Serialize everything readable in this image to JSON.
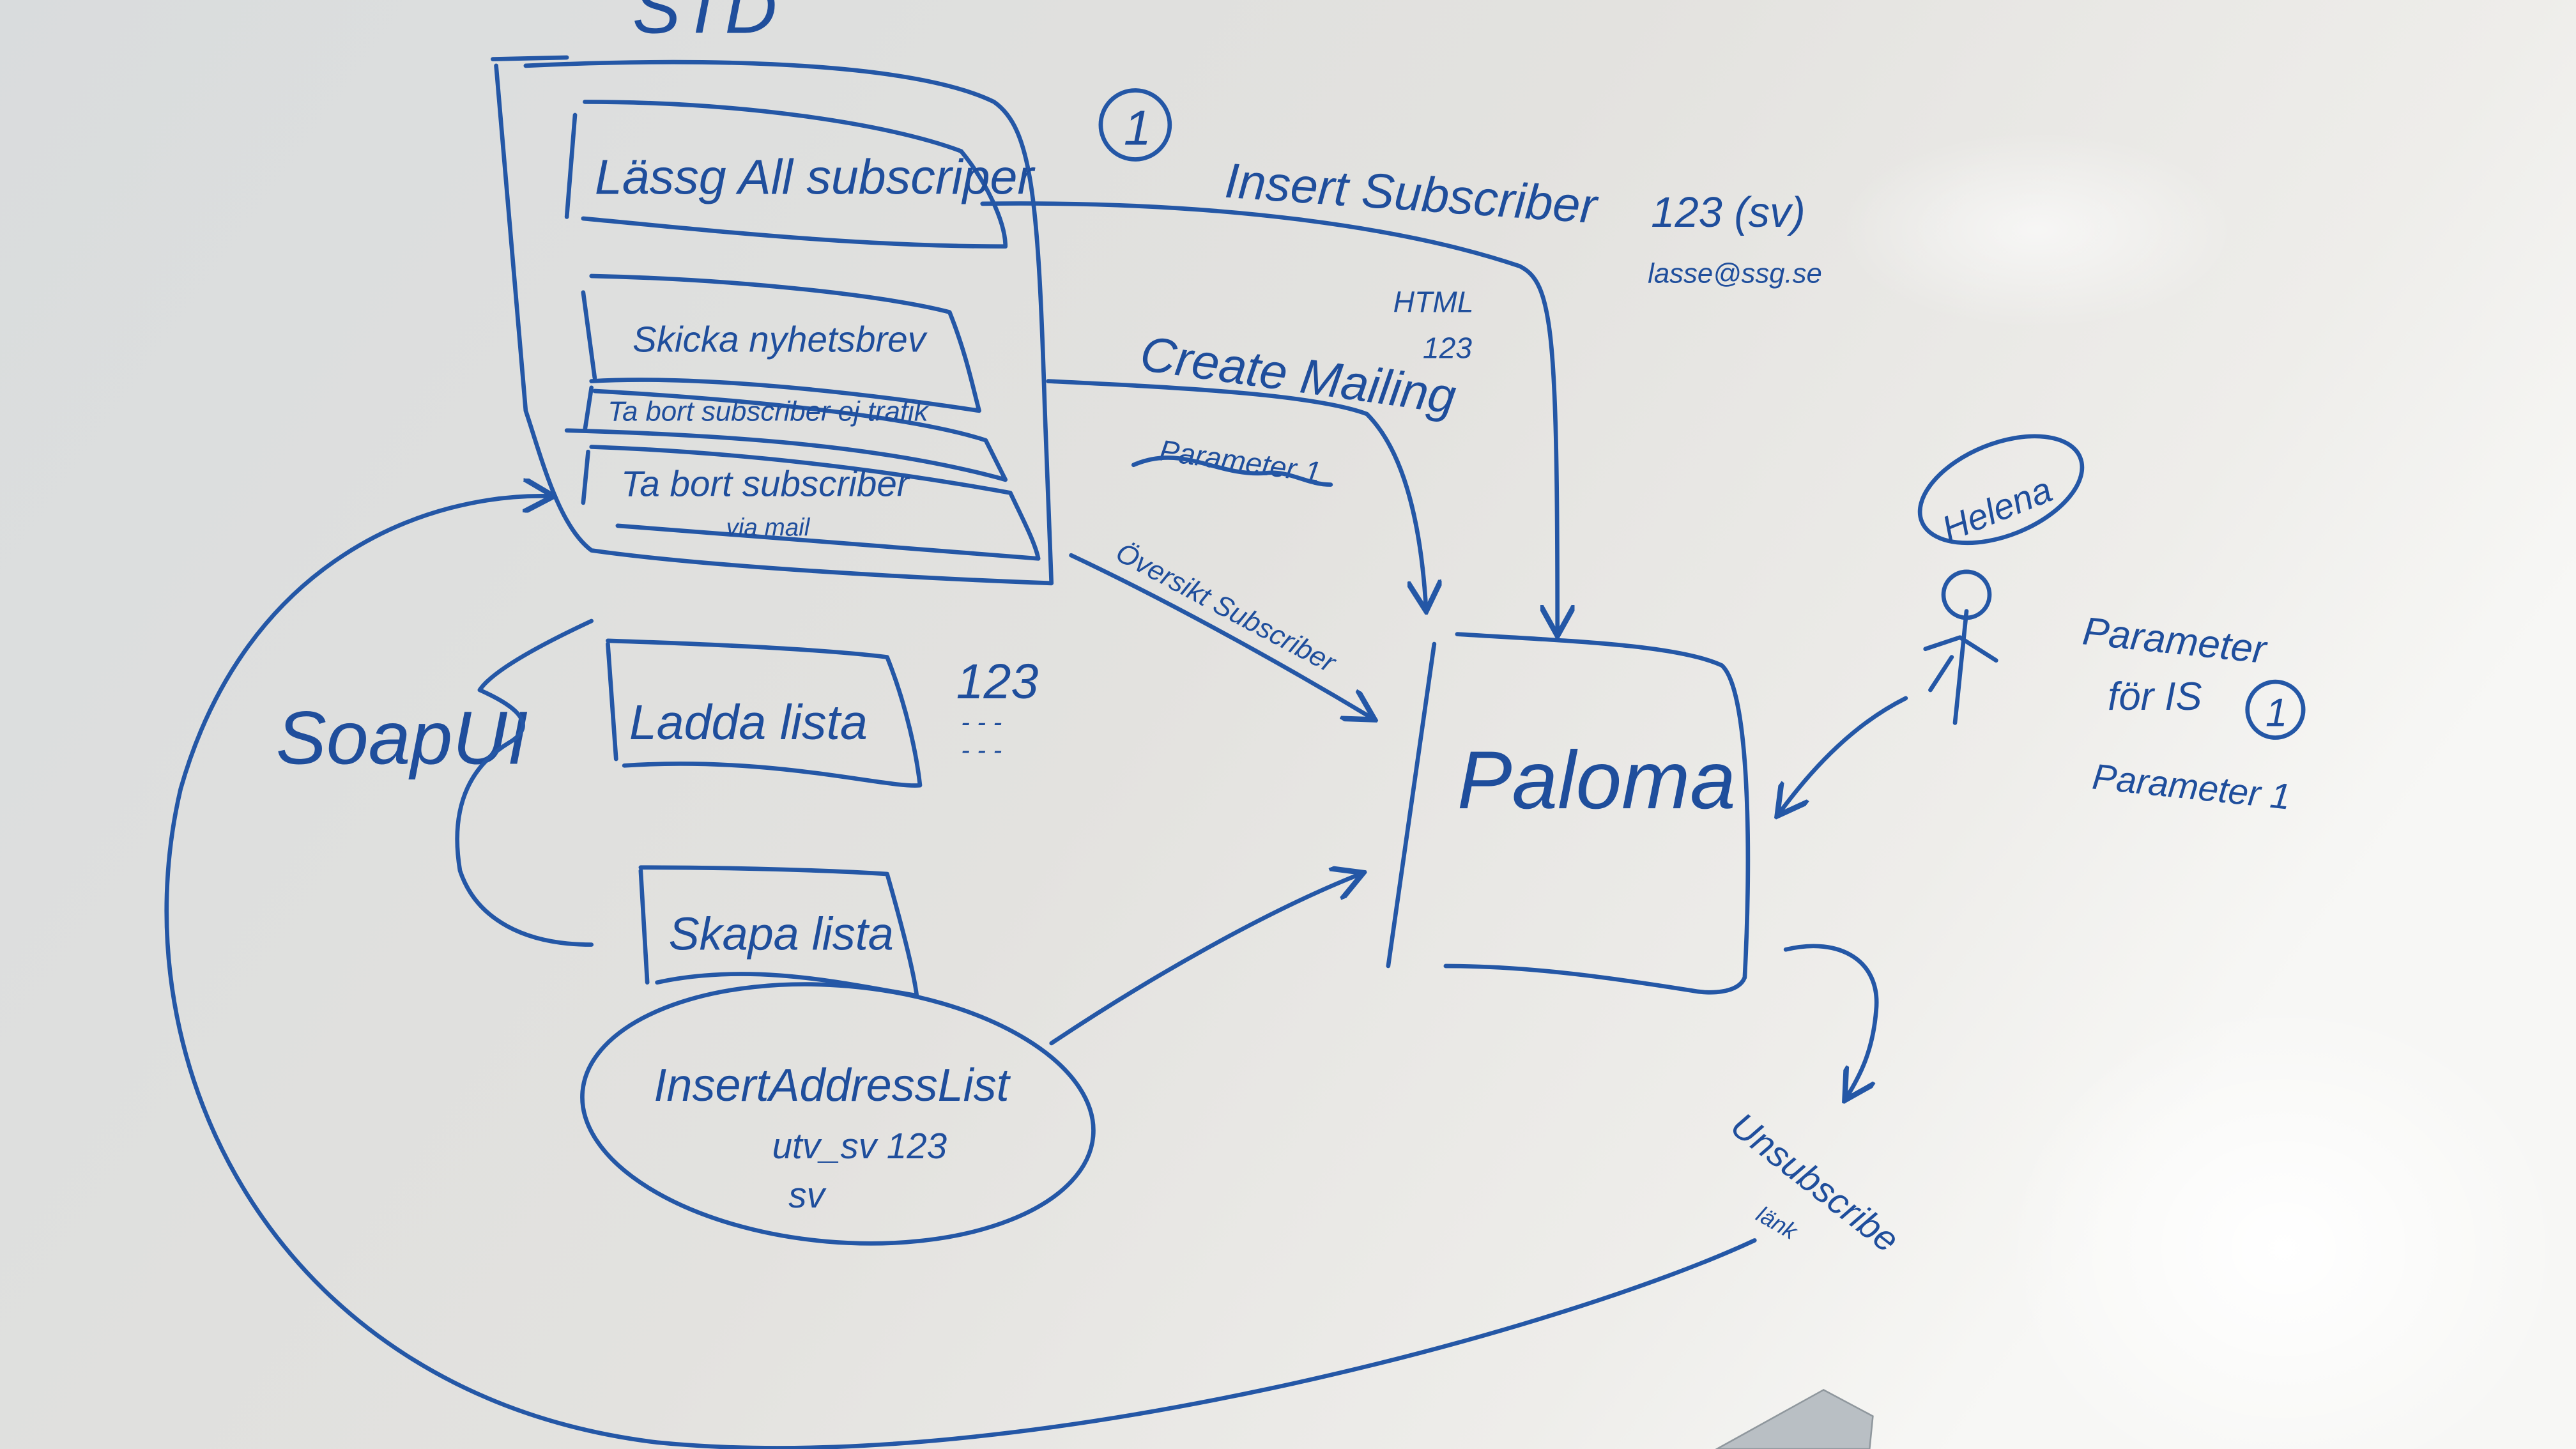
{
  "board": {
    "top_label": "STD",
    "std_items": [
      "Lässg All subscriper",
      "Skicka nyhetsbrev",
      "Ta bort subscriber ej trafik",
      "Ta bort subscriber",
      "via mail"
    ],
    "step_number": "1",
    "insert_subscriber": "Insert Subscriber",
    "insert_subscriber_params": [
      "123 (sv)",
      "lasse@ssg.se"
    ],
    "html_label": "HTML",
    "html_number": "123",
    "create_mailing": "Create Mailing",
    "parameter_label": "Parameter 1",
    "oversikt": "Översikt Subscriber",
    "paloma": "Paloma",
    "helena": "Helena",
    "parameters_note": [
      "Parameter",
      "för IS",
      "Parameter 1"
    ],
    "parameters_note_circle": "1",
    "unsubscribe": "Unsubscribe",
    "unsubscribe_sub": "länk",
    "soapui": "SoapUI",
    "ladda_lista": "Ladda lista",
    "ladda_number": "123",
    "ladda_dashes": [
      "- - -",
      "- - -"
    ],
    "skapa_lista": "Skapa lista",
    "insert_address_list": "InsertAddressList",
    "insert_address_params": [
      "utv_sv 123",
      "sv"
    ]
  },
  "colors": {
    "ink": "#2457a6",
    "board": "#dcdedd"
  }
}
